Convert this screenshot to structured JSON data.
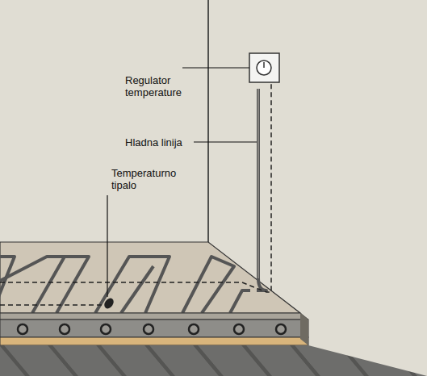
{
  "diagram": {
    "labels": [
      "Regulator temperature",
      "Hladna linija",
      "Temperaturno tipalo"
    ]
  }
}
